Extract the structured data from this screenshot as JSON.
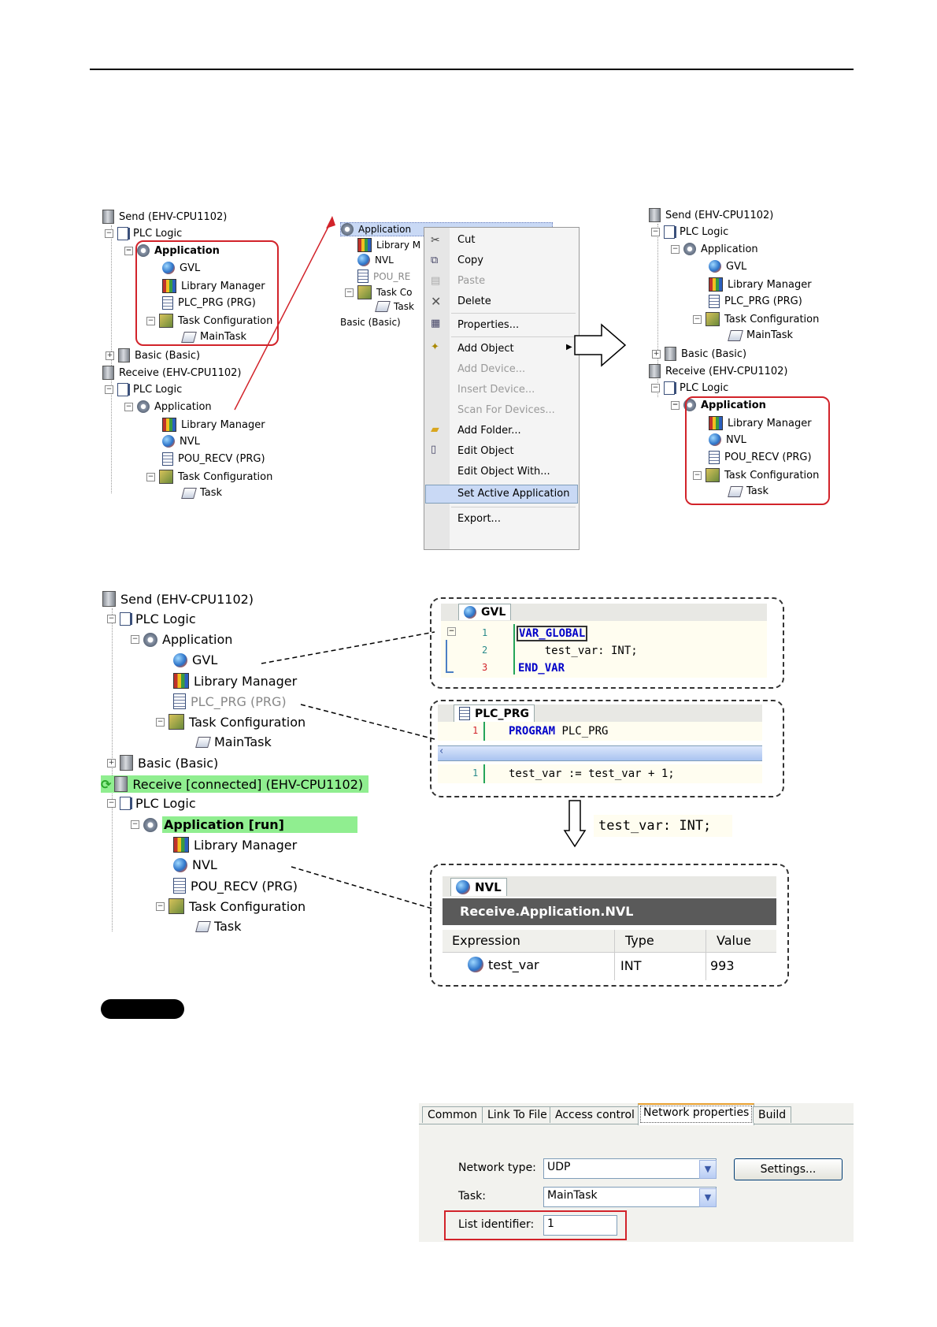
{
  "tree1": {
    "send": "Send (EHV-CPU1102)",
    "plc_logic": "PLC Logic",
    "application": "Application",
    "gvl": "GVL",
    "library_manager": "Library Manager",
    "plc_prg": "PLC_PRG (PRG)",
    "task_configuration": "Task Configuration",
    "main_task": "MainTask",
    "basic": "Basic (Basic)",
    "receive": "Receive (EHV-CPU1102)",
    "plc_logic_2": "PLC Logic",
    "application_2": "Application",
    "library_manager_2": "Library Manager",
    "nvl": "NVL",
    "pou_recv": "POU_RECV (PRG)",
    "task_configuration_2": "Task Configuration",
    "task": "Task"
  },
  "mini_tree": {
    "application": "Application",
    "library": "Library M",
    "nvl": "NVL",
    "pou": "POU_RE",
    "task_config": "Task Co",
    "task": "Task",
    "basic": "Basic (Basic)"
  },
  "context_menu": {
    "cut": "Cut",
    "copy": "Copy",
    "paste": "Paste",
    "delete": "Delete",
    "properties": "Properties...",
    "add_object": "Add Object",
    "add_device": "Add Device...",
    "insert_device": "Insert Device...",
    "scan_for_devices": "Scan For Devices...",
    "add_folder": "Add Folder...",
    "edit_object": "Edit Object",
    "edit_object_with": "Edit Object With...",
    "set_active_application": "Set Active Application",
    "export": "Export..."
  },
  "tree2": {
    "send": "Send (EHV-CPU1102)",
    "plc_logic": "PLC Logic",
    "application": "Application",
    "gvl": "GVL",
    "library_manager": "Library Manager",
    "plc_prg": "PLC_PRG (PRG)",
    "task_configuration": "Task Configuration",
    "main_task": "MainTask",
    "basic": "Basic (Basic)",
    "receive": "Receive (EHV-CPU1102)",
    "plc_logic_2": "PLC Logic",
    "application_2": "Application",
    "library_manager_2": "Library Manager",
    "nvl": "NVL",
    "pou_recv": "POU_RECV (PRG)",
    "task_configuration_2": "Task Configuration",
    "task": "Task"
  },
  "tree3": {
    "send": "Send (EHV-CPU1102)",
    "plc_logic": "PLC Logic",
    "application": "Application",
    "gvl": "GVL",
    "library_manager": "Library Manager",
    "plc_prg": "PLC_PRG (PRG)",
    "task_configuration": "Task Configuration",
    "main_task": "MainTask",
    "basic": "Basic (Basic)",
    "receive": "Receive [connected] (EHV-CPU1102)",
    "plc_logic_2": "PLC Logic",
    "application_2": "Application [run]",
    "library_manager_2": "Library Manager",
    "nvl": "NVL",
    "pou_recv": "POU_RECV (PRG)",
    "task_configuration_2": "Task Configuration",
    "task": "Task"
  },
  "gvl_editor": {
    "tab": "GVL",
    "lines": [
      {
        "no": "1",
        "code": "VAR_GLOBAL"
      },
      {
        "no": "2",
        "code": "    test_var: INT;"
      },
      {
        "no": "3",
        "code": "END_VAR"
      }
    ]
  },
  "prg_editor": {
    "tab": "PLC_PRG",
    "decl": {
      "no": "1",
      "code": "PROGRAM PLC_PRG"
    },
    "impl": {
      "no": "1",
      "code": "test_var := test_var + 1;"
    }
  },
  "callout": "test_var: INT;",
  "nvl_editor": {
    "tab": "NVL",
    "header": "Receive.Application.NVL",
    "columns": [
      "Expression",
      "Type",
      "Value"
    ],
    "row": {
      "expression": "test_var",
      "type": "INT",
      "value": "993"
    }
  },
  "properties": {
    "tabs": [
      "Common",
      "Link To File",
      "Access control",
      "Network properties",
      "Build"
    ],
    "network_type_label": "Network type:",
    "network_type": "UDP",
    "settings_button": "Settings...",
    "task_label": "Task:",
    "task": "MainTask",
    "list_identifier_label": "List identifier:",
    "list_identifier": "1"
  },
  "colors": {
    "highlight_green": "#90ee90",
    "red_frame": "#d2232a",
    "menu_selected": "#c9d9f5"
  }
}
